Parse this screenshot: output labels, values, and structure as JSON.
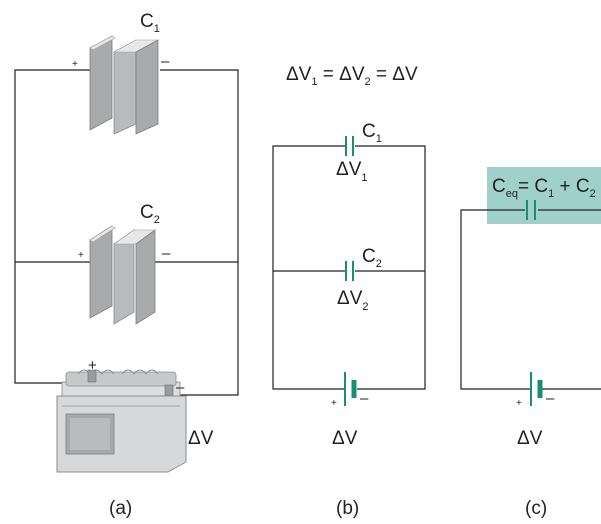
{
  "panel_a": {
    "c1_main": "C",
    "c1_sub": "1",
    "c2_main": "C",
    "c2_sub": "2",
    "top_plus": "+",
    "top_minus": "–",
    "mid_plus": "+",
    "mid_minus": "–",
    "battery_plus": "+",
    "battery_minus": "–",
    "dv": "ΔV",
    "caption": "(a)"
  },
  "equation": {
    "dv1_main": "ΔV",
    "dv1_sub": "1",
    "eq1": " = ",
    "dv2_main": "ΔV",
    "dv2_sub": "2",
    "eq2": " = ΔV"
  },
  "panel_b": {
    "c1_main": "C",
    "c1_sub": "1",
    "dv1_main": "ΔV",
    "dv1_sub": "1",
    "c2_main": "C",
    "c2_sub": "2",
    "dv2_main": "ΔV",
    "dv2_sub": "2",
    "bat_plus": "+",
    "bat_minus": "–",
    "dv": "ΔV",
    "caption": "(b)"
  },
  "panel_c": {
    "ceq_main": "C",
    "ceq_sub": "eq",
    "eq_c1_text": "= C",
    "eq_c1_sub": "1",
    "plus_c2_text": " + C",
    "c2_sub": "2",
    "bat_plus": "+",
    "bat_minus": "–",
    "dv": "ΔV",
    "caption": "(c)"
  },
  "colors": {
    "component_teal": "#1a8d75",
    "highlight_box": "#9fd0c9",
    "wire": "#222222",
    "plate_gray": "#b9babc"
  }
}
